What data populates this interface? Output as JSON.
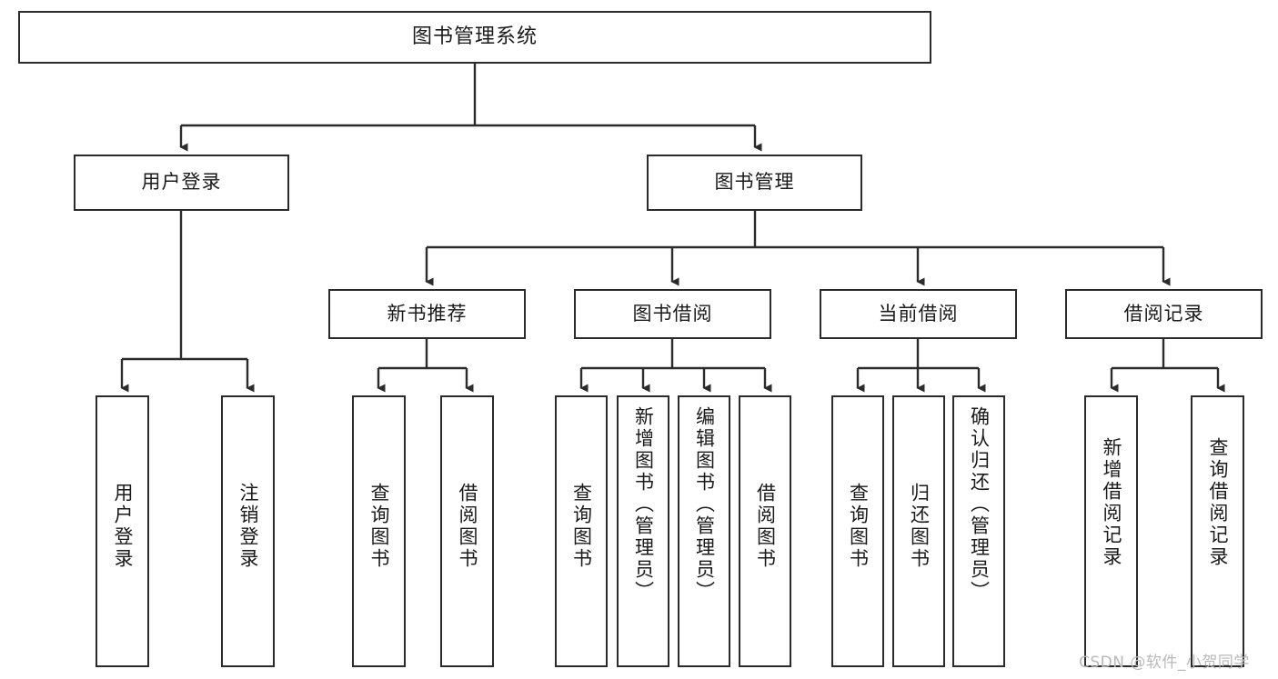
{
  "diagram": {
    "type": "tree-hierarchy",
    "title": "图书管理系统",
    "root": {
      "id": "root",
      "label": "图书管理系统",
      "orientation": "horizontal"
    },
    "level2": [
      {
        "id": "user-login",
        "label": "用户登录",
        "orientation": "horizontal"
      },
      {
        "id": "book-manage",
        "label": "图书管理",
        "orientation": "horizontal"
      }
    ],
    "level3": [
      {
        "id": "new-book-recommend",
        "label": "新书推荐",
        "orientation": "horizontal",
        "parent": "book-manage"
      },
      {
        "id": "book-borrow",
        "label": "图书借阅",
        "orientation": "horizontal",
        "parent": "book-manage"
      },
      {
        "id": "current-borrow",
        "label": "当前借阅",
        "orientation": "horizontal",
        "parent": "book-manage"
      },
      {
        "id": "borrow-record",
        "label": "借阅记录",
        "orientation": "horizontal",
        "parent": "book-manage"
      }
    ],
    "leaves": [
      {
        "id": "leaf-user-login",
        "label": "用户登录",
        "parent": "user-login"
      },
      {
        "id": "leaf-logout-login",
        "label": "注销登录",
        "parent": "user-login"
      },
      {
        "id": "leaf-query-book-1",
        "label": "查询图书",
        "parent": "new-book-recommend"
      },
      {
        "id": "leaf-borrow-book-1",
        "label": "借阅图书",
        "parent": "new-book-recommend"
      },
      {
        "id": "leaf-query-book-2",
        "label": "查询图书",
        "parent": "book-borrow"
      },
      {
        "id": "leaf-add-book",
        "label": "新增图书（管理员）",
        "parent": "book-borrow"
      },
      {
        "id": "leaf-edit-book",
        "label": "编辑图书（管理员）",
        "parent": "book-borrow"
      },
      {
        "id": "leaf-borrow-book-2",
        "label": "借阅图书",
        "parent": "book-borrow"
      },
      {
        "id": "leaf-query-book-3",
        "label": "查询图书",
        "parent": "current-borrow"
      },
      {
        "id": "leaf-return-book",
        "label": "归还图书",
        "parent": "current-borrow"
      },
      {
        "id": "leaf-confirm-return",
        "label": "确认归还（管理员）",
        "parent": "current-borrow"
      },
      {
        "id": "leaf-add-record",
        "label": "新增借阅记录",
        "parent": "borrow-record"
      },
      {
        "id": "leaf-query-record",
        "label": "查询借阅记录",
        "parent": "borrow-record"
      }
    ],
    "watermark": "CSDN @软件_小贺同学",
    "colors": {
      "stroke": "#2b2b2b",
      "fill": "#ffffff",
      "text": "#1a1a1a",
      "watermark": "#b9b9b9"
    }
  }
}
